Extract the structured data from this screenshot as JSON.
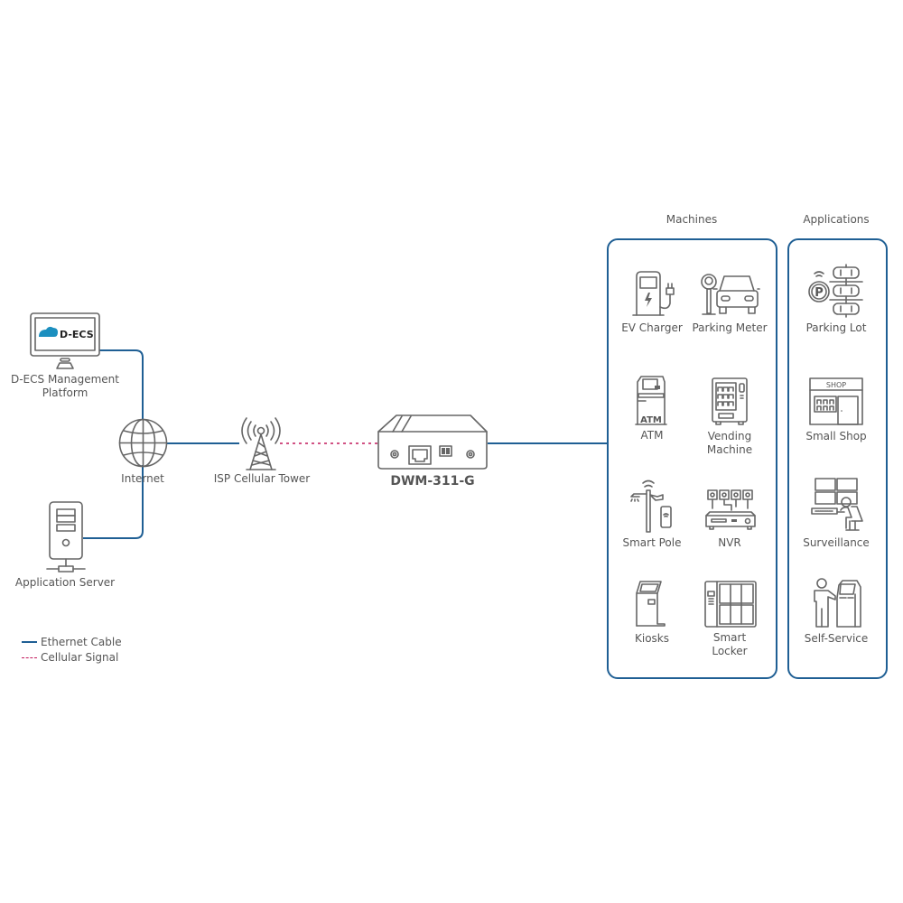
{
  "network": {
    "management_platform": {
      "label": "D-ECS Management Platform",
      "screen_logo": "D-ECS",
      "icon": "monitor-icon"
    },
    "internet": {
      "label": "Internet",
      "icon": "globe-icon"
    },
    "app_server": {
      "label": "Application Server",
      "icon": "server-icon"
    },
    "tower": {
      "label": "ISP Cellular Tower",
      "icon": "cell-tower-icon"
    },
    "device": {
      "label": "DWM-311-G",
      "icon": "router-device-icon"
    }
  },
  "legend": [
    {
      "label": "Ethernet Cable",
      "style": "solid",
      "color": "#1f5f94"
    },
    {
      "label": "Cellular Signal",
      "style": "dashed",
      "color": "#c2185b"
    }
  ],
  "machines": {
    "title": "Machines",
    "items": [
      {
        "label": "EV Charger",
        "icon": "ev-charger-icon"
      },
      {
        "label": "Parking Meter",
        "icon": "parking-meter-icon"
      },
      {
        "label": "ATM",
        "icon": "atm-icon",
        "icon_text": "ATM"
      },
      {
        "label": "Vending Machine",
        "icon": "vending-machine-icon"
      },
      {
        "label": "Smart Pole",
        "icon": "smart-pole-icon"
      },
      {
        "label": "NVR",
        "icon": "nvr-icon"
      },
      {
        "label": "Kiosks",
        "icon": "kiosk-icon"
      },
      {
        "label": "Smart Locker",
        "icon": "smart-locker-icon"
      }
    ]
  },
  "applications": {
    "title": "Applications",
    "items": [
      {
        "label": "Parking Lot",
        "icon": "parking-lot-icon"
      },
      {
        "label": "Small Shop",
        "icon": "small-shop-icon",
        "icon_text": "SHOP"
      },
      {
        "label": "Surveillance",
        "icon": "surveillance-icon"
      },
      {
        "label": "Self-Service",
        "icon": "self-service-icon"
      }
    ]
  },
  "colors": {
    "ethernet": "#1f5f94",
    "cellular": "#c2185b",
    "icon": "#666666",
    "logo": "#1b8fbf"
  }
}
